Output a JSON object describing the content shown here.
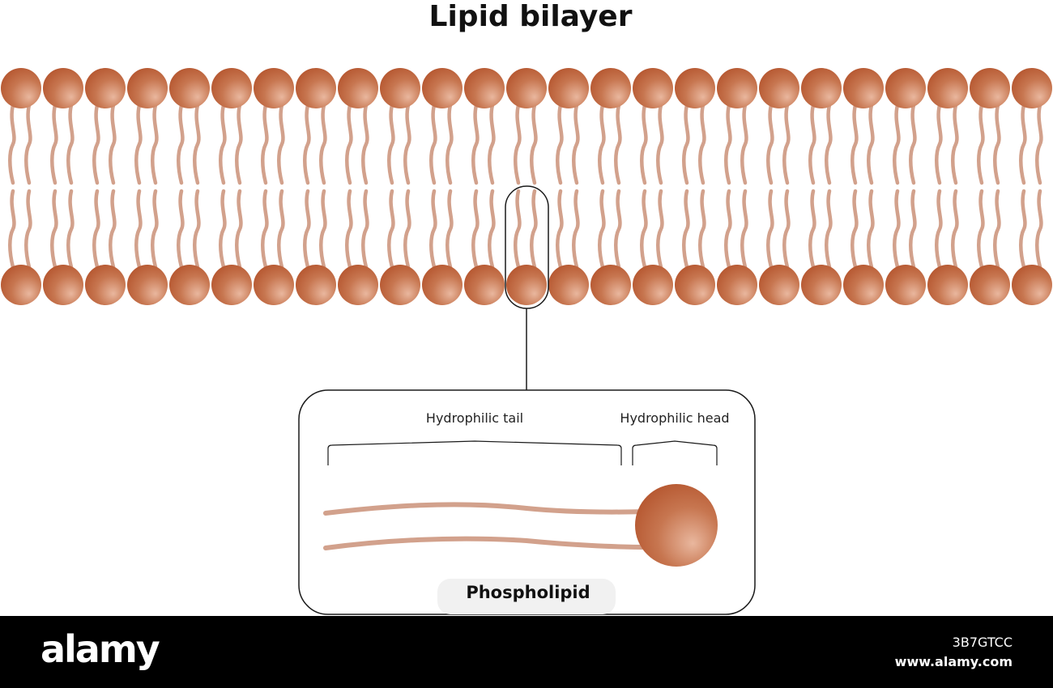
{
  "diagram": {
    "title": "Lipid bilayer",
    "head_count_per_layer": 25,
    "colors": {
      "head_dark": "#b5562f",
      "head_light": "#e9b79e",
      "tail": "#d2a18c",
      "outline": "#1a1a1a"
    },
    "detail": {
      "tail_label": "Hydrophilic tail",
      "head_label": "Hydrophilic head",
      "caption": "Phospholipid"
    }
  },
  "footer": {
    "brand": "alamy",
    "image_id": "3B7GTCC",
    "website": "www.alamy.com"
  }
}
